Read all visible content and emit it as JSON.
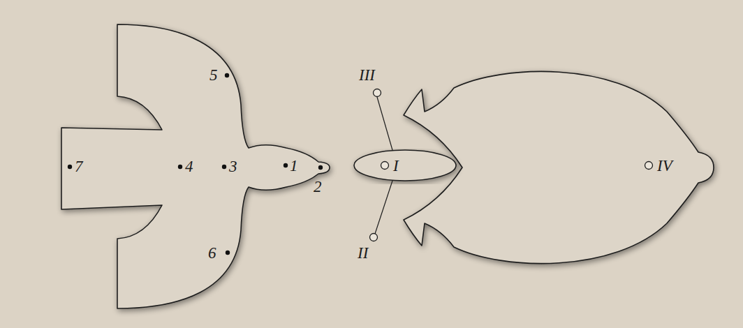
{
  "diagram": {
    "labels": [
      "1",
      "2",
      "3",
      "4",
      "5",
      "6",
      "7",
      "I",
      "II",
      "III",
      "IV"
    ]
  }
}
